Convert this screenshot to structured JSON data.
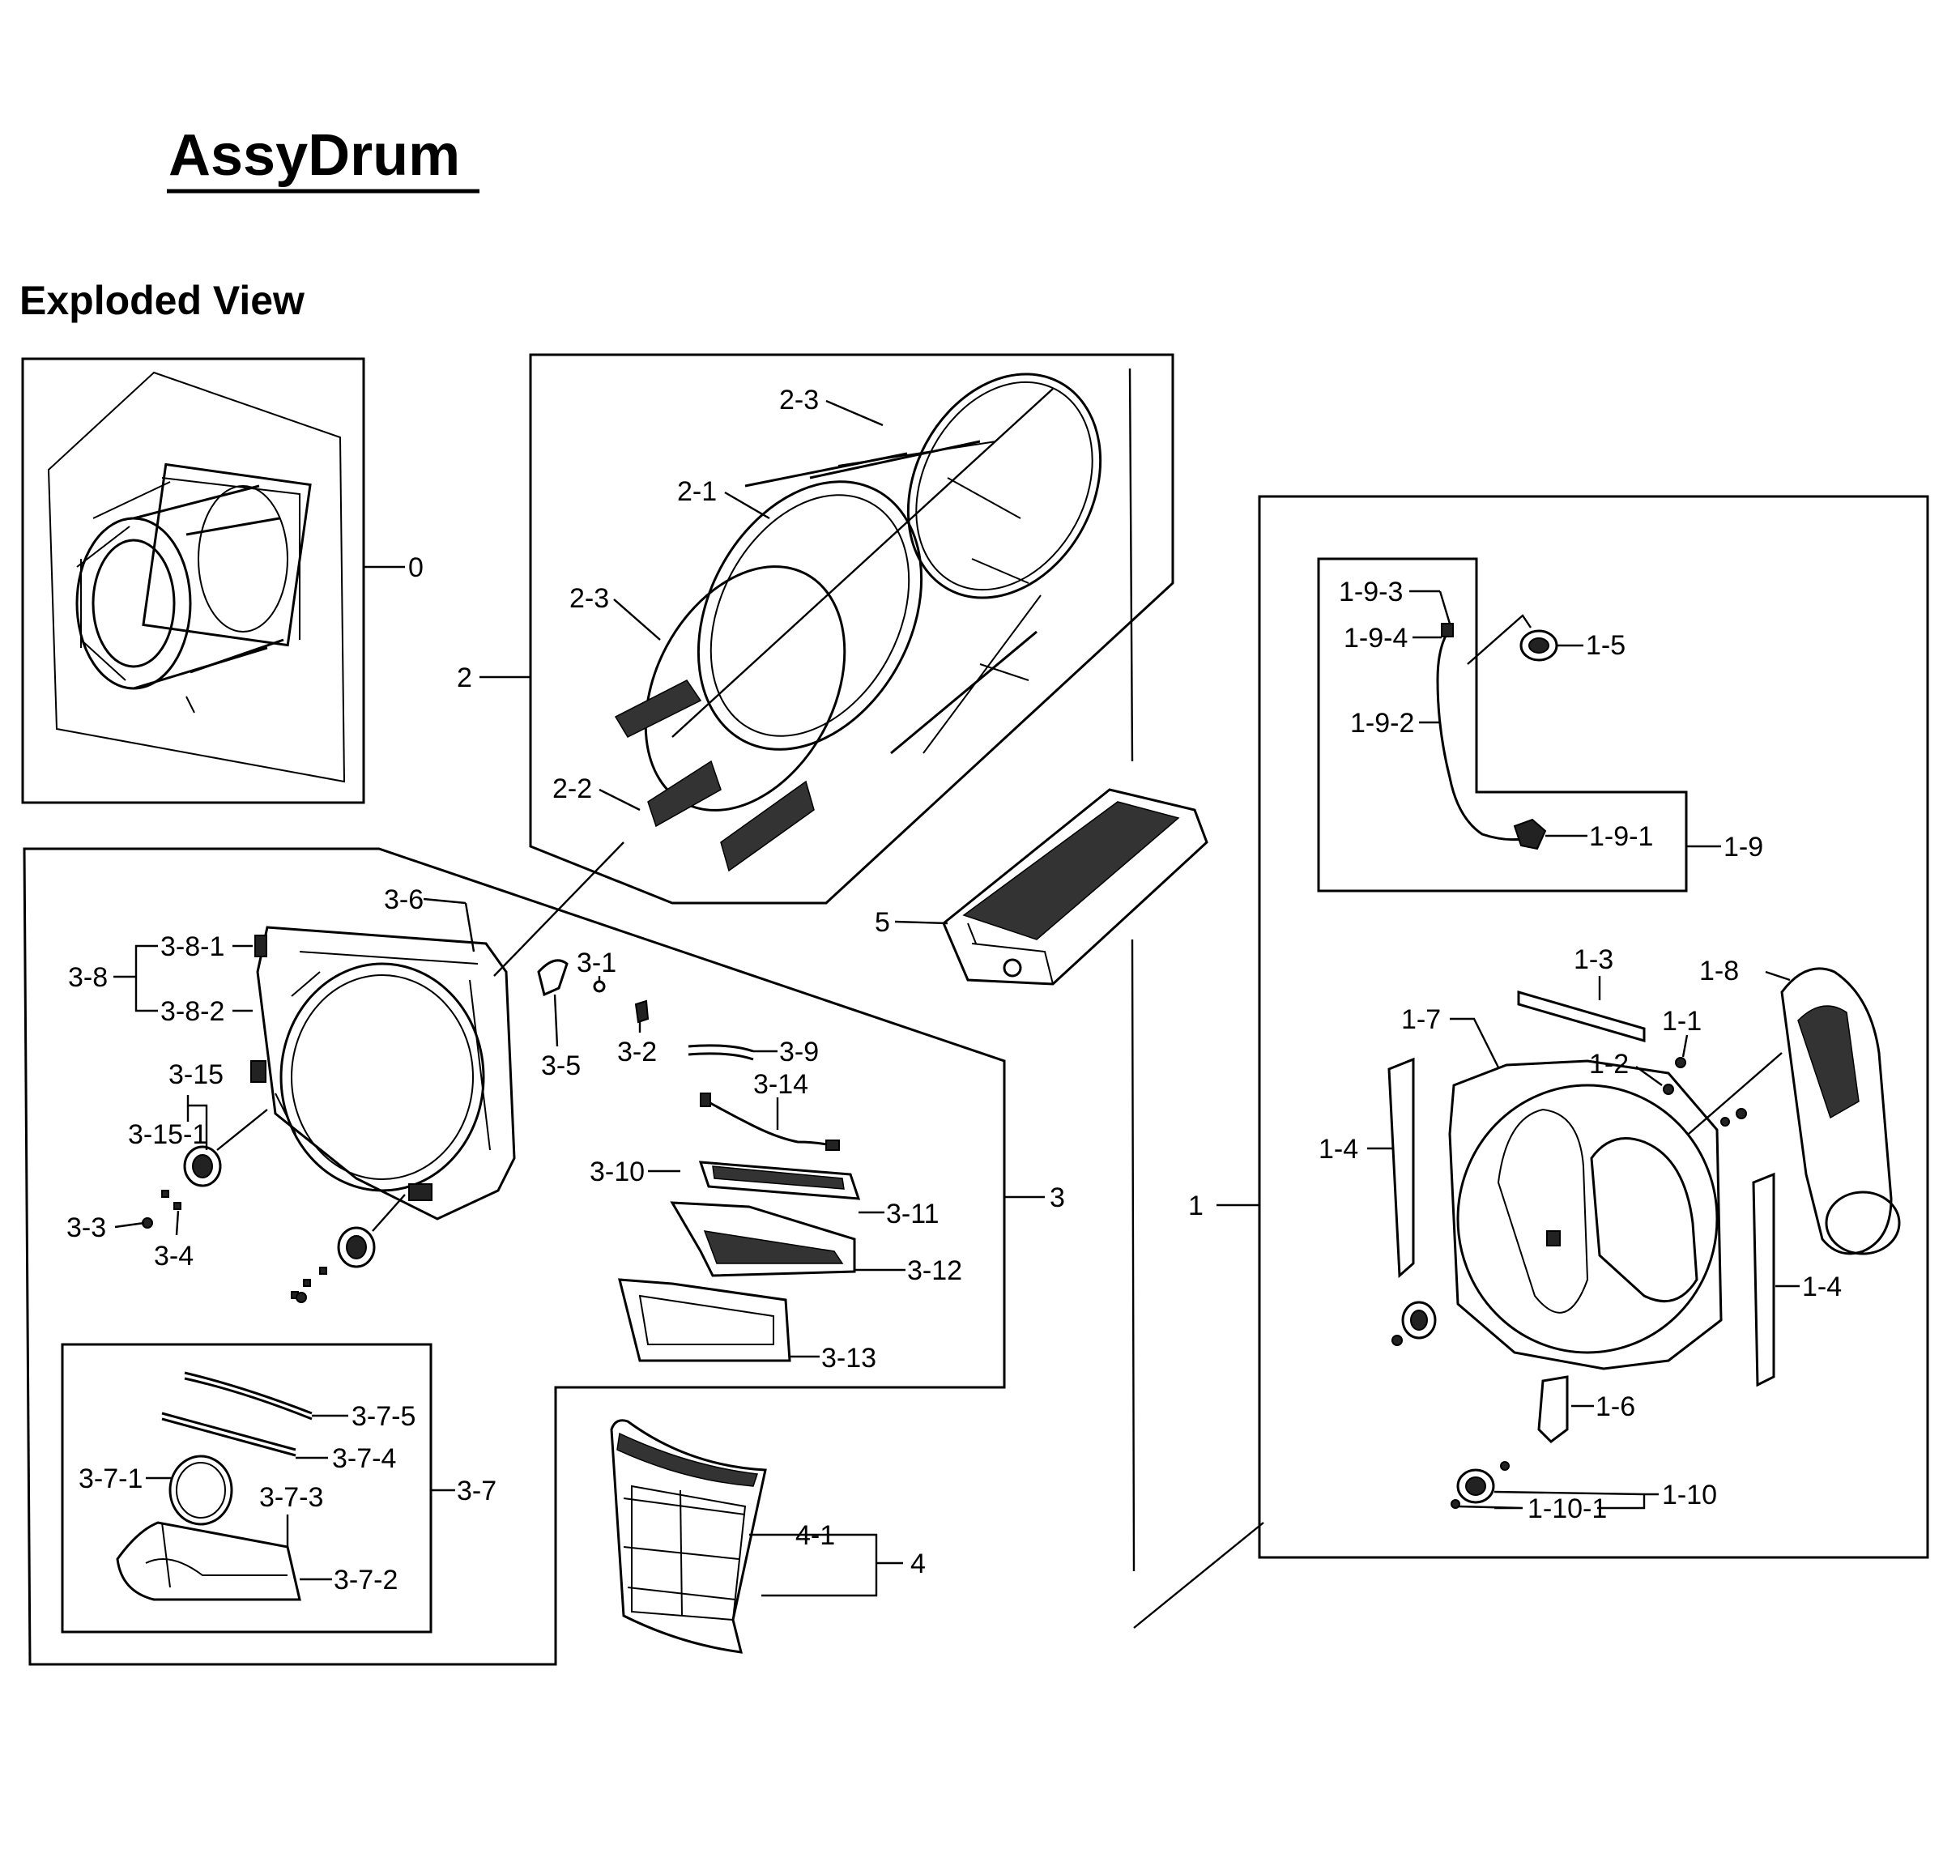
{
  "title": "AssyDrum",
  "subtitle": "Exploded View",
  "labels": {
    "l0": "0",
    "l1": "1",
    "l1_1": "1-1",
    "l1_2": "1-2",
    "l1_3": "1-3",
    "l1_4a": "1-4",
    "l1_4b": "1-4",
    "l1_5": "1-5",
    "l1_6": "1-6",
    "l1_7": "1-7",
    "l1_8": "1-8",
    "l1_9": "1-9",
    "l1_9_1": "1-9-1",
    "l1_9_2": "1-9-2",
    "l1_9_3": "1-9-3",
    "l1_9_4": "1-9-4",
    "l1_10": "1-10",
    "l1_10_1": "1-10-1",
    "l2": "2",
    "l2_1": "2-1",
    "l2_2": "2-2",
    "l2_3a": "2-3",
    "l2_3b": "2-3",
    "l3": "3",
    "l3_1": "3-1",
    "l3_2": "3-2",
    "l3_3": "3-3",
    "l3_4": "3-4",
    "l3_5": "3-5",
    "l3_6": "3-6",
    "l3_7": "3-7",
    "l3_7_1": "3-7-1",
    "l3_7_2": "3-7-2",
    "l3_7_3": "3-7-3",
    "l3_7_4": "3-7-4",
    "l3_7_5": "3-7-5",
    "l3_8": "3-8",
    "l3_8_1": "3-8-1",
    "l3_8_2": "3-8-2",
    "l3_9": "3-9",
    "l3_10": "3-10",
    "l3_11": "3-11",
    "l3_12": "3-12",
    "l3_13": "3-13",
    "l3_14": "3-14",
    "l3_15": "3-15",
    "l3_15_1": "3-15-1",
    "l4": "4",
    "l4_1": "4-1",
    "l5": "5"
  }
}
